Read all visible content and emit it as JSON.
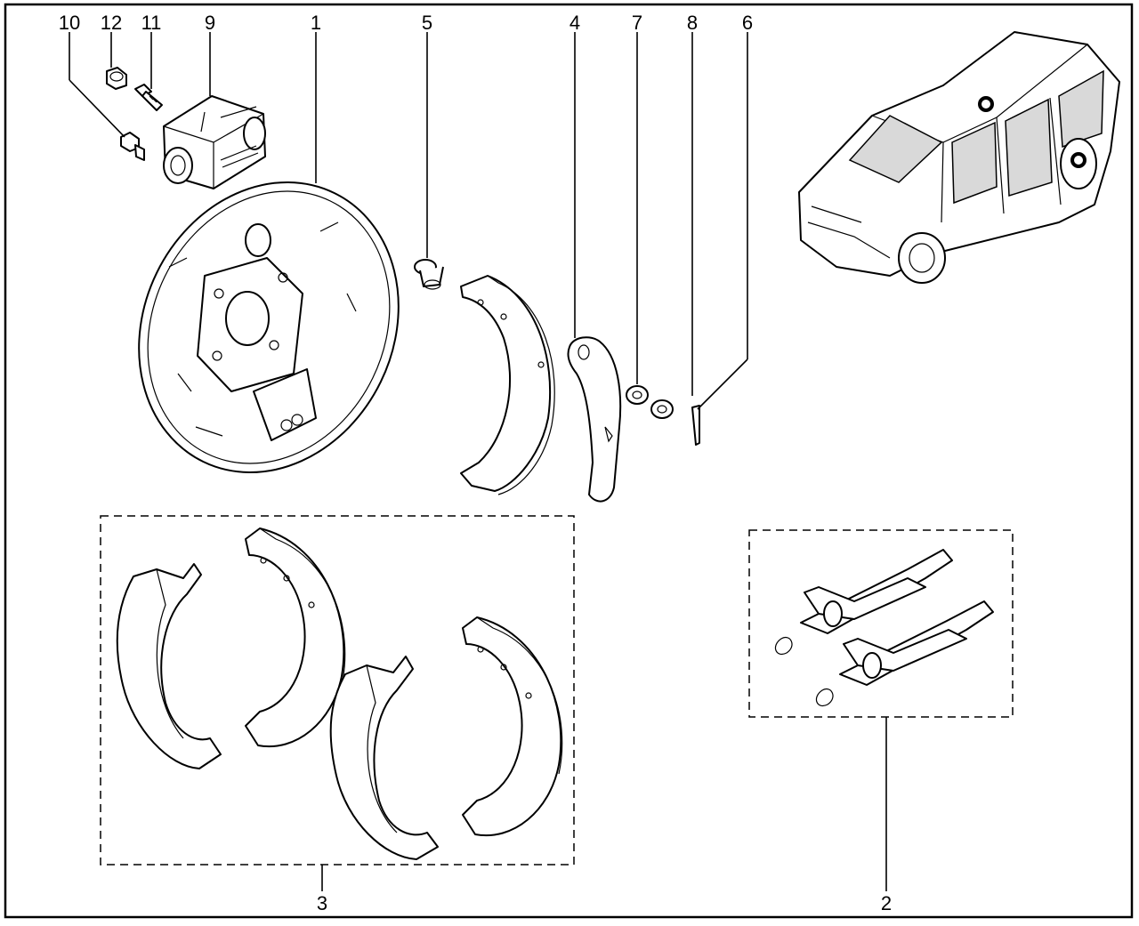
{
  "callouts": {
    "c10": "10",
    "c12": "12",
    "c11": "11",
    "c9": "9",
    "c1": "1",
    "c5": "5",
    "c4": "4",
    "c7": "7",
    "c8": "8",
    "c6": "6",
    "c3": "3",
    "c2": "2"
  },
  "colors": {
    "line": "#000000",
    "background": "#ffffff",
    "shading": "#d9d9d9"
  }
}
